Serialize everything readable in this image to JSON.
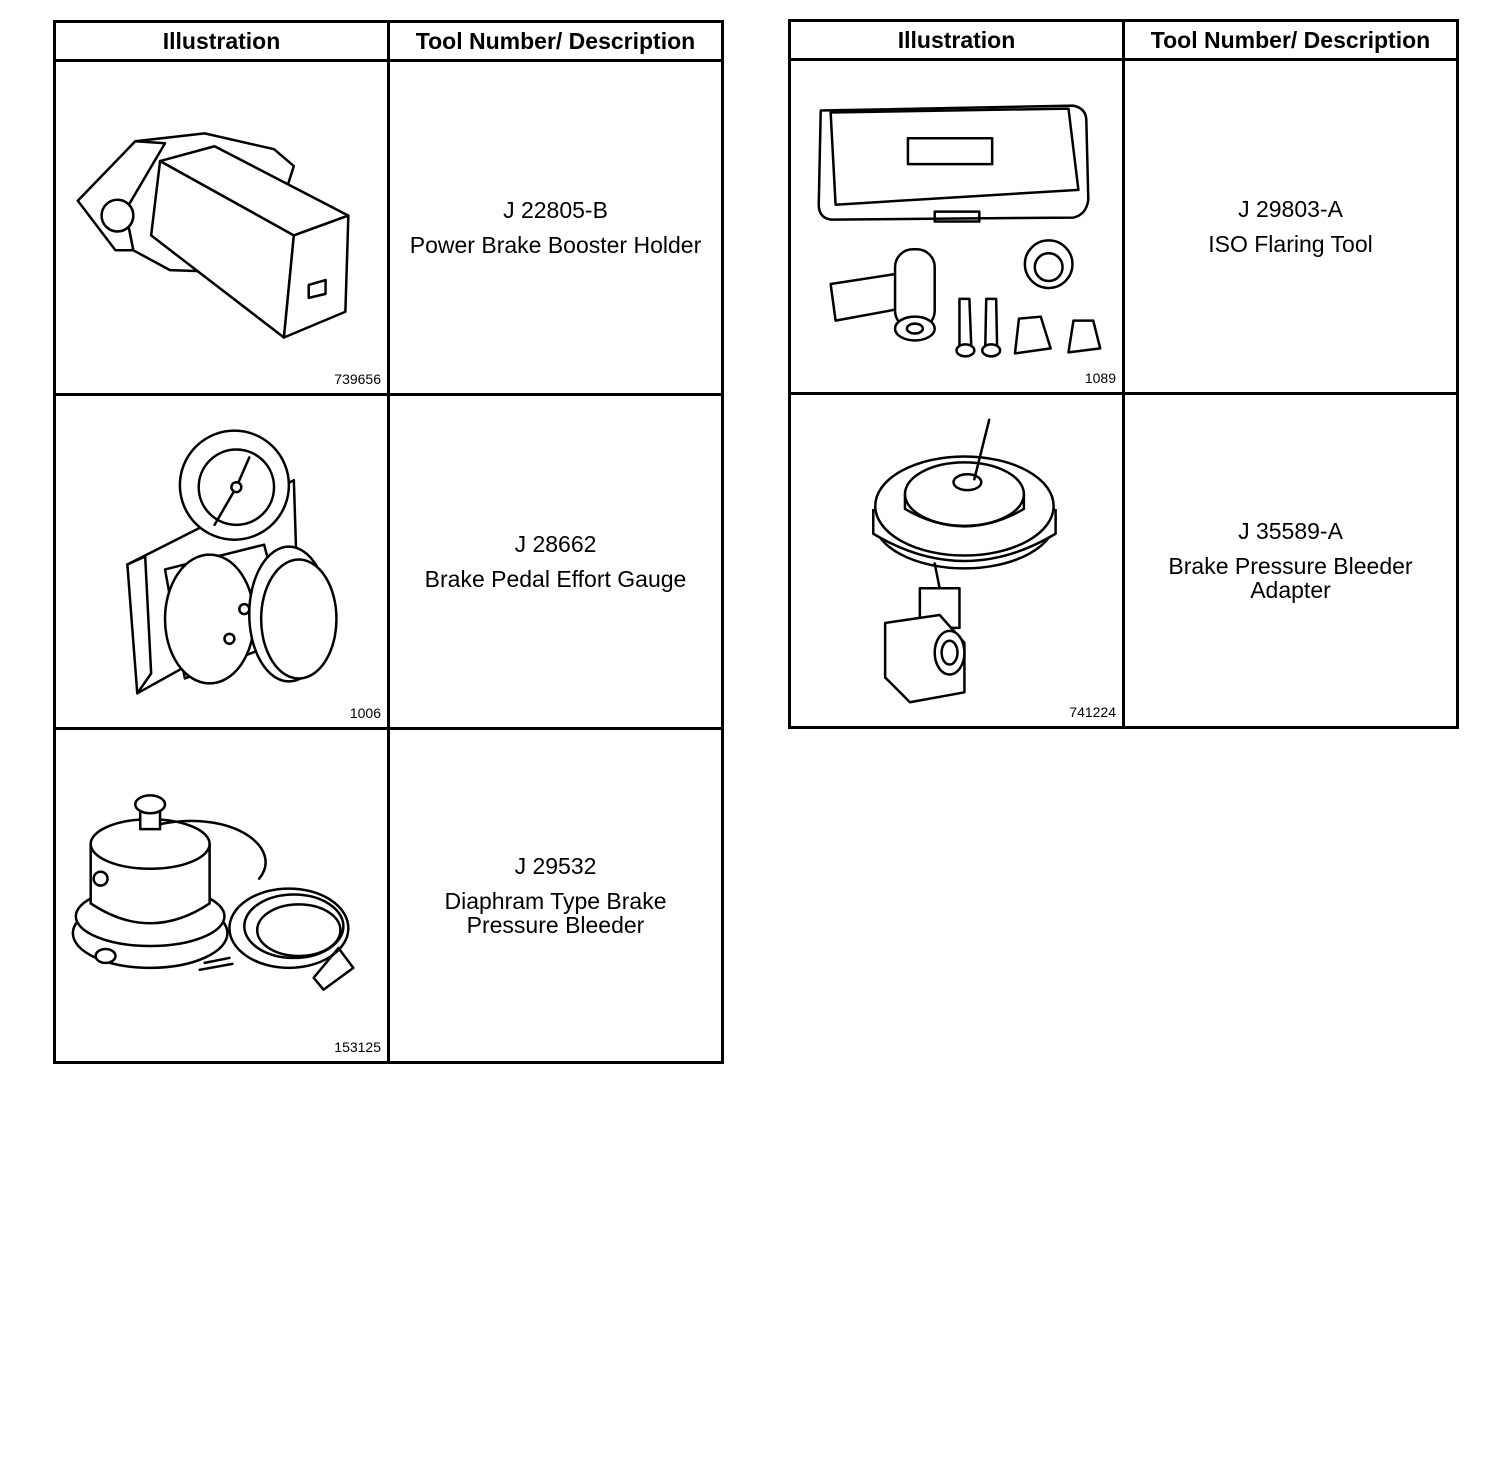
{
  "headers": {
    "illustration": "Illustration",
    "tool": "Tool Number/ Description"
  },
  "left_table": [
    {
      "number": "J 22805-B",
      "description": "Power Brake Booster Holder",
      "figure_id": "739656",
      "icon": "brake-booster-holder-icon"
    },
    {
      "number": "J 28662",
      "description": "Brake Pedal Effort Gauge",
      "figure_id": "1006",
      "icon": "pedal-effort-gauge-icon"
    },
    {
      "number": "J 29532",
      "description": "Diaphram Type Brake Pressure Bleeder",
      "figure_id": "153125",
      "icon": "pressure-bleeder-icon"
    }
  ],
  "right_table": [
    {
      "number": "J 29803-A",
      "description": "ISO Flaring Tool",
      "figure_id": "1089",
      "icon": "flaring-tool-kit-icon"
    },
    {
      "number": "J 35589-A",
      "description": "Brake Pressure Bleeder Adapter",
      "figure_id": "741224",
      "icon": "bleeder-adapter-icon"
    }
  ]
}
